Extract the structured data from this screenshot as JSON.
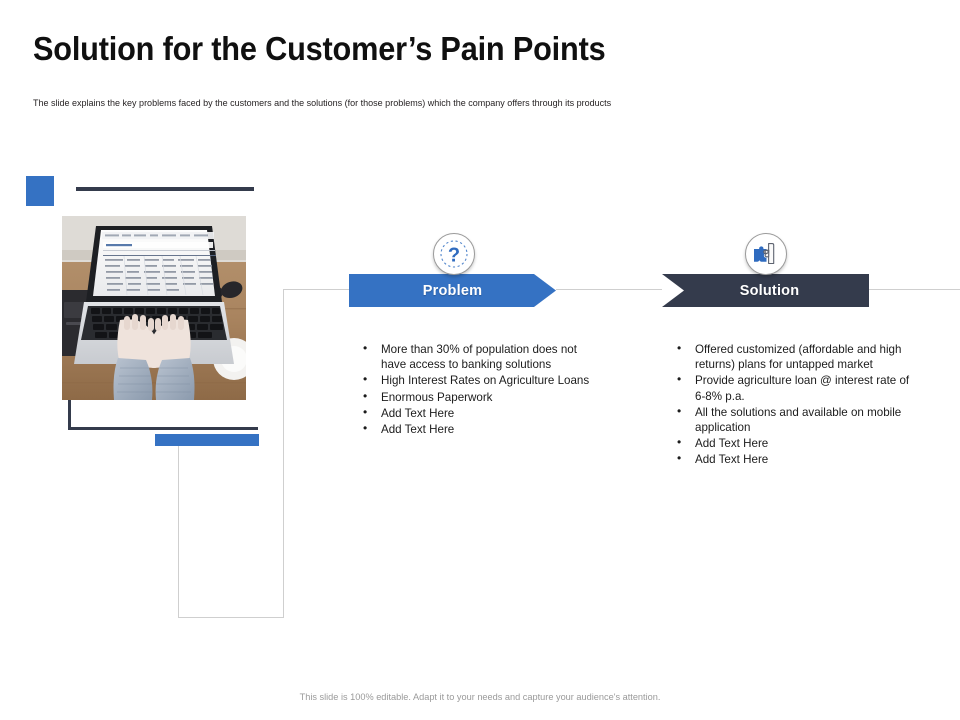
{
  "slide": {
    "title": "Solution for the Customer’s Pain Points",
    "subtitle": "The slide explains the key problems faced by the customers and the solutions (for those problems) which the company offers through its products",
    "footer": "This slide is 100% editable. Adapt it to your needs and capture your audience's attention."
  },
  "colors": {
    "accent_blue": "#3572C3",
    "dark_navy": "#343B4C",
    "connector_gray": "#cfcfcf",
    "body_text": "#1c1c1c",
    "footer_text": "#9a9a9a"
  },
  "media": {
    "photo_alt": "Hands typing on a laptop showing a spreadsheet on a wooden desk with a notebook, sunglasses and a cup",
    "photo_name": "laptop-typing-photo"
  },
  "columns": [
    {
      "id": "problem",
      "label": "Problem",
      "icon": "question-mark-icon",
      "banner_color": "#3572C3",
      "bullets": [
        "More than 30% of population does not have access to banking solutions",
        "High Interest Rates on Agriculture Loans",
        "Enormous Paperwork",
        "Add Text Here",
        "Add Text Here"
      ]
    },
    {
      "id": "solution",
      "label": "Solution",
      "icon": "hand-puzzle-piece-icon",
      "banner_color": "#343B4C",
      "bullets": [
        "Offered customized (affordable and high returns) plans for untapped market",
        "Provide agriculture loan @ interest rate of 6-8% p.a.",
        "All the solutions and available on mobile application",
        "Add Text Here",
        "Add Text Here"
      ]
    }
  ]
}
